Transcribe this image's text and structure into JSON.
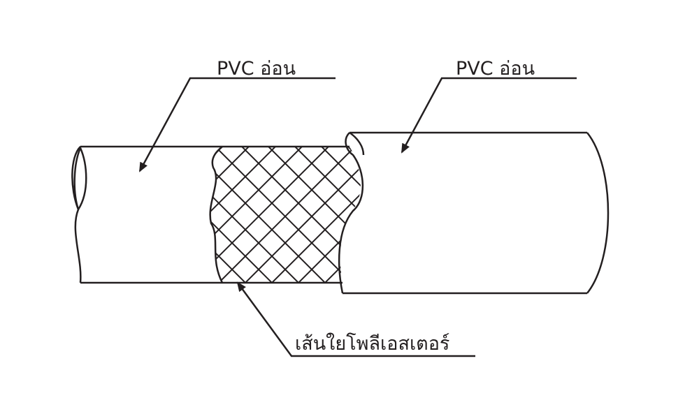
{
  "labels": {
    "inner_layer": "PVC อ่อน",
    "outer_layer": "PVC อ่อน",
    "reinforcement": "เส้นใยโพลีเอสเตอร์"
  },
  "colors": {
    "line": "#231f20",
    "background": "#ffffff"
  }
}
